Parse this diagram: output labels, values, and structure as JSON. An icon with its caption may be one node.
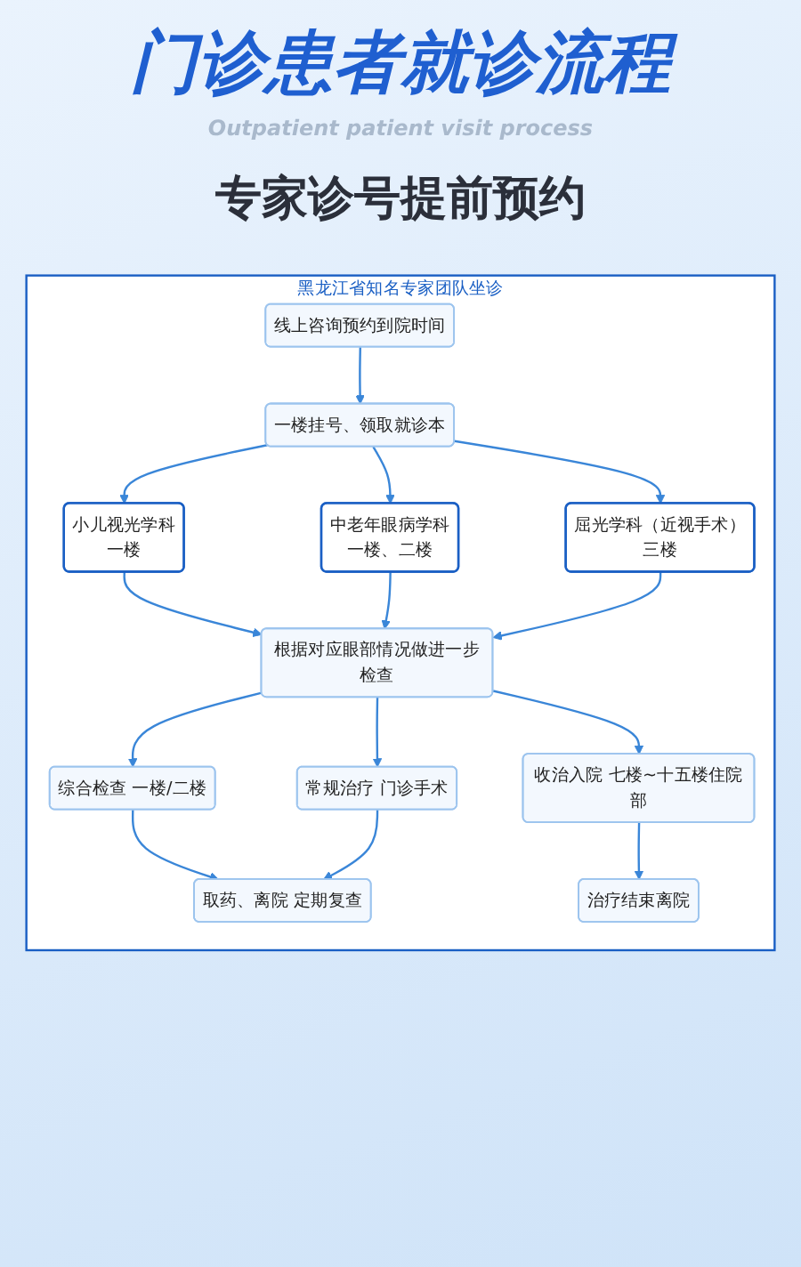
{
  "diagram": {
    "title": "门诊患者就诊流程",
    "nodes": [
      {
        "text": [
          "黑龙江省知名专家团队坐诊"
        ]
      },
      {
        "text": [
          "线上咨询预约到院时间"
        ],
        "in": 0
      },
      {
        "text": [
          "一楼挂号、领取就诊本"
        ],
        "in": 0
      },
      {
        "text": [
          "小儿视光学科",
          "一楼"
        ],
        "in": 0
      },
      {
        "text": [
          "中老年眼病学科",
          "一楼、二楼"
        ],
        "in": 0
      },
      {
        "text": [
          "屈光学科（近视手术）",
          "三楼"
        ],
        "in": 0
      },
      {
        "text": [
          "根据对应眼部情况做进一步检查"
        ],
        "in": 0
      },
      {
        "text": [
          "综合检查 一楼/二楼"
        ],
        "in": 0
      },
      {
        "text": [
          "常规治疗 门诊手术"
        ],
        "in": 0
      },
      {
        "text": [
          "收治入院 七楼~十五楼住院部"
        ],
        "in": 0
      },
      {
        "text": [
          "取药、离院 定期复查"
        ],
        "in": 0
      },
      {
        "text": [
          "治疗结束离院"
        ],
        "in": 0
      }
    ],
    "edges": [
      {
        "from": 1,
        "to": 2,
        "arrow": "to"
      },
      {
        "from": 2,
        "to": 3,
        "arrow": "to"
      },
      {
        "from": 2,
        "to": 4,
        "arrow": "to"
      },
      {
        "from": 2,
        "to": 5,
        "arrow": "to"
      },
      {
        "from": 3,
        "to": 6,
        "arrow": "to"
      },
      {
        "from": 4,
        "to": 6,
        "arrow": "to"
      },
      {
        "from": 5,
        "to": 6,
        "arrow": "to"
      },
      {
        "from": 6,
        "to": 7,
        "arrow": "to"
      },
      {
        "from": 6,
        "to": 8,
        "arrow": "to"
      },
      {
        "from": 6,
        "to": 9,
        "arrow": "to"
      },
      {
        "from": 7,
        "to": 10,
        "arrow": "to"
      },
      {
        "from": 8,
        "to": 10,
        "arrow": "to"
      },
      {
        "from": 9,
        "to": 11,
        "arrow": "to"
      }
    ],
    "labels": [
      "Outpatient patient visit process",
      "专家诊号提前预约"
    ]
  }
}
